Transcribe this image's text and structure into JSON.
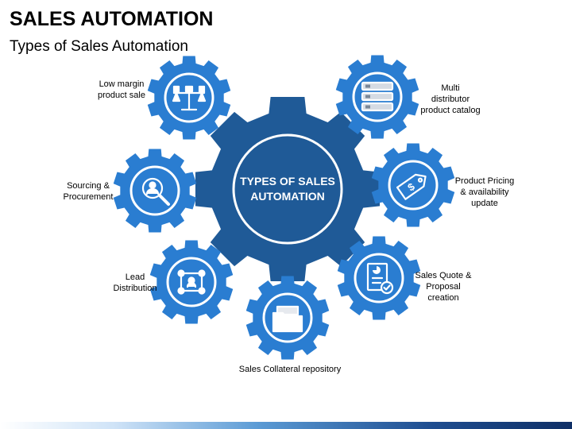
{
  "header": {
    "title": "SALES AUTOMATION",
    "subtitle": "Types of Sales Automation"
  },
  "center": {
    "label": "TYPES OF SALES\nAUTOMATION"
  },
  "colors": {
    "center_gear": "#1f5a97",
    "outer_gear": "#2a7dd1",
    "icon_stroke": "#ffffff"
  },
  "items": [
    {
      "label": "Low margin\nproduct sale",
      "icon": "scales-icon"
    },
    {
      "label": "Multi\ndistributor\nproduct catalog",
      "icon": "catalog-icon"
    },
    {
      "label": "Product Pricing\n& availability\nupdate",
      "icon": "price-tag-icon"
    },
    {
      "label": "Sales Quote &\nProposal\ncreation",
      "icon": "document-check-icon"
    },
    {
      "label": "Sales Collateral repository",
      "icon": "folder-icon"
    },
    {
      "label": "Lead\nDistribution",
      "icon": "network-icon"
    },
    {
      "label": "Sourcing &\nProcurement",
      "icon": "search-person-icon"
    }
  ]
}
